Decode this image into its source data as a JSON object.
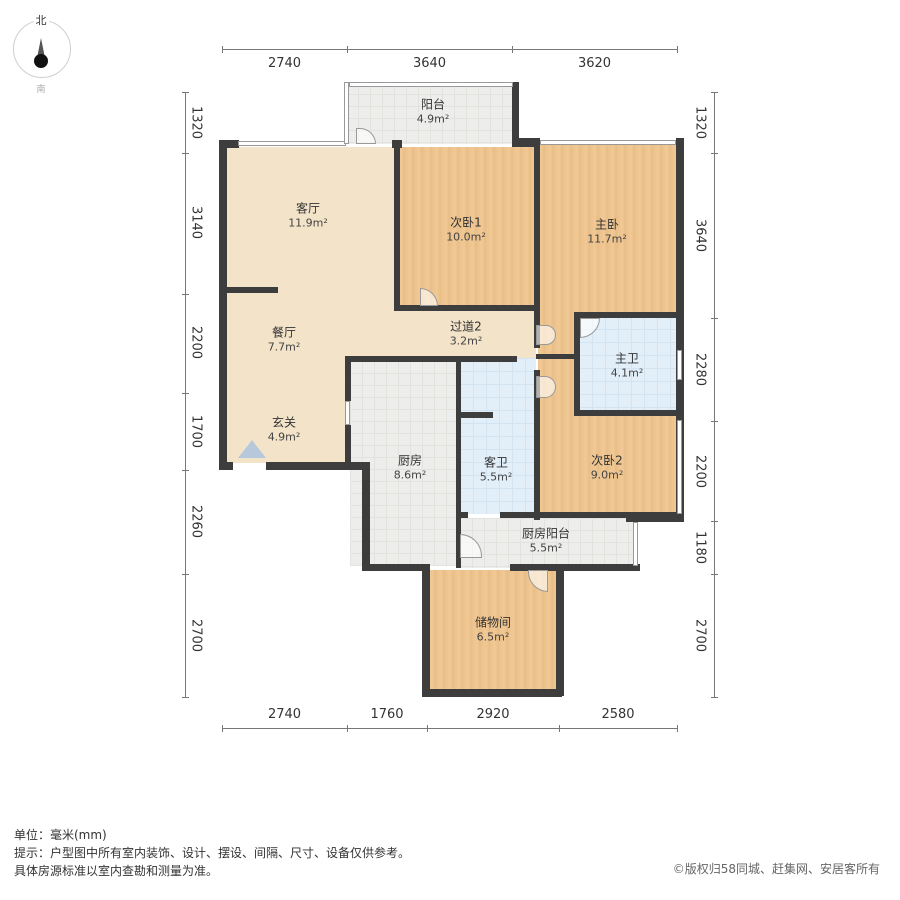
{
  "compass": {
    "north": "北",
    "south": "南",
    "icon": "compass-icon"
  },
  "dimensions": {
    "top": [
      "2740",
      "3640",
      "3620"
    ],
    "bottom": [
      "2740",
      "1760",
      "2920",
      "2580"
    ],
    "left": [
      "1320",
      "3140",
      "2200",
      "1700",
      "2260",
      "2700"
    ],
    "right": [
      "1320",
      "3640",
      "2280",
      "2200",
      "1180",
      "2700"
    ]
  },
  "rooms": {
    "balcony": {
      "name": "阳台",
      "area": "4.9m²"
    },
    "living": {
      "name": "客厅",
      "area": "11.9m²"
    },
    "bedroom2_1": {
      "name": "次卧1",
      "area": "10.0m²"
    },
    "master": {
      "name": "主卧",
      "area": "11.7m²"
    },
    "dining": {
      "name": "餐厅",
      "area": "7.7m²"
    },
    "hallway2": {
      "name": "过道2",
      "area": "3.2m²"
    },
    "master_bath": {
      "name": "主卫",
      "area": "4.1m²"
    },
    "foyer": {
      "name": "玄关",
      "area": "4.9m²"
    },
    "kitchen": {
      "name": "厨房",
      "area": "8.6m²"
    },
    "guest_bath": {
      "name": "客卫",
      "area": "5.5m²"
    },
    "bedroom2_2": {
      "name": "次卧2",
      "area": "9.0m²"
    },
    "kitchen_balcony": {
      "name": "厨房阳台",
      "area": "5.5m²"
    },
    "storage": {
      "name": "储物间",
      "area": "6.5m²"
    }
  },
  "notes": {
    "unit": "单位：毫米(mm)",
    "tip": "提示：户型图中所有室内装饰、设计、摆设、间隔、尺寸、设备仅供参考。",
    "disclaimer": "具体房源标准以室内查勘和测量为准。"
  },
  "copyright": "©版权归58同城、赶集网、安居客所有",
  "colors": {
    "wall": "#3d3d3d",
    "floor_beige": "#f3e3c8",
    "floor_wood": "#eec48f",
    "tile_gray": "#ededeb",
    "tile_blue": "#e3eff8"
  }
}
